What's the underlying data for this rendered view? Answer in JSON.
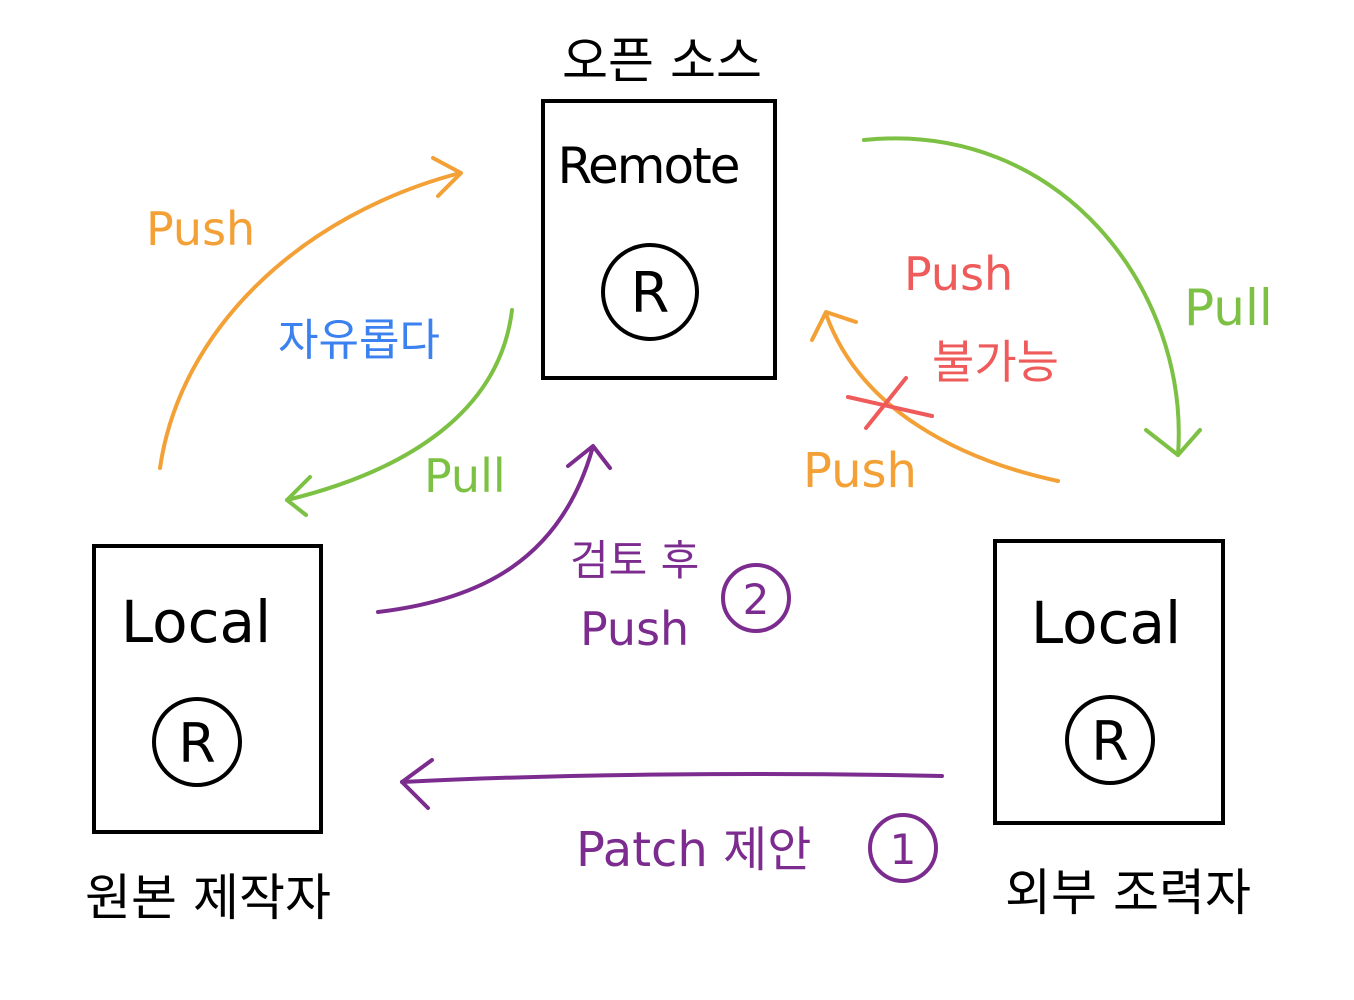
{
  "colors": {
    "orange": "#f3a136",
    "green": "#7dc144",
    "red": "#ef5a5a",
    "purple": "#7b2c8e",
    "blue": "#3b82f0",
    "black": "#000000"
  },
  "nodes": {
    "remote": {
      "caption": "오픈 소스",
      "label": "Remote",
      "symbol": "R"
    },
    "local_left": {
      "caption": "원본 제작자",
      "label": "Local",
      "symbol": "R"
    },
    "local_right": {
      "caption": "외부 조력자",
      "label": "Local",
      "symbol": "R"
    }
  },
  "edges": {
    "left_push": {
      "label": "Push",
      "note": "자유롭다"
    },
    "left_pull": {
      "label": "Pull"
    },
    "right_pull": {
      "label": "Pull"
    },
    "right_push": {
      "label": "Push",
      "blocked_line1": "Push",
      "blocked_line2": "불가능"
    },
    "review_push": {
      "line1": "검토 후",
      "line2": "Push",
      "step": "2"
    },
    "patch": {
      "label": "Patch 제안",
      "step": "1"
    }
  }
}
